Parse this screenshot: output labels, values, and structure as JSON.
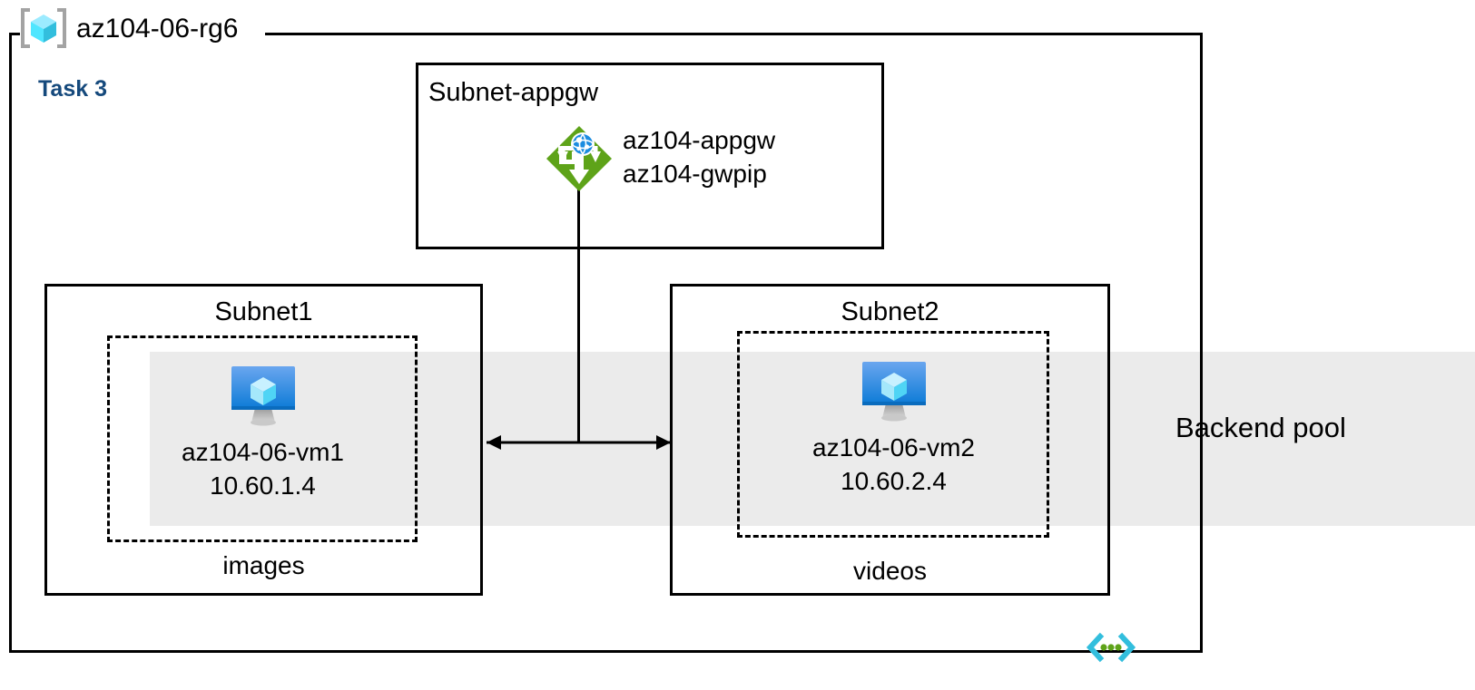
{
  "diagram": {
    "title": "az104-06-rg6",
    "task_label": "Task 3",
    "resource_group_icon": "resource-group-cube-icon",
    "template_icon": "code-brackets-template-icon",
    "colors": {
      "task_label": "#15497c",
      "backend_band": "#ebebeb",
      "border": "#000000",
      "appgw_green": "#5ea319",
      "vm_blue": "#0078d4",
      "rg_cube_cyan": "#50e6ff",
      "template_icon_cyan": "#32bedd",
      "template_icon_green": "#5ea319"
    }
  },
  "backend_pool": {
    "label": "Backend pool"
  },
  "subnet_appgw": {
    "title": "Subnet-appgw",
    "gateway": {
      "icon": "application-gateway-icon",
      "name": "az104-appgw",
      "public_ip": "az104-gwpip"
    }
  },
  "subnet1": {
    "title": "Subnet1",
    "footer": "images",
    "vm": {
      "icon": "virtual-machine-icon",
      "name": "az104-06-vm1",
      "ip": "10.60.1.4"
    }
  },
  "subnet2": {
    "title": "Subnet2",
    "footer": "videos",
    "vm": {
      "icon": "virtual-machine-icon",
      "name": "az104-06-vm2",
      "ip": "10.60.2.4"
    }
  }
}
